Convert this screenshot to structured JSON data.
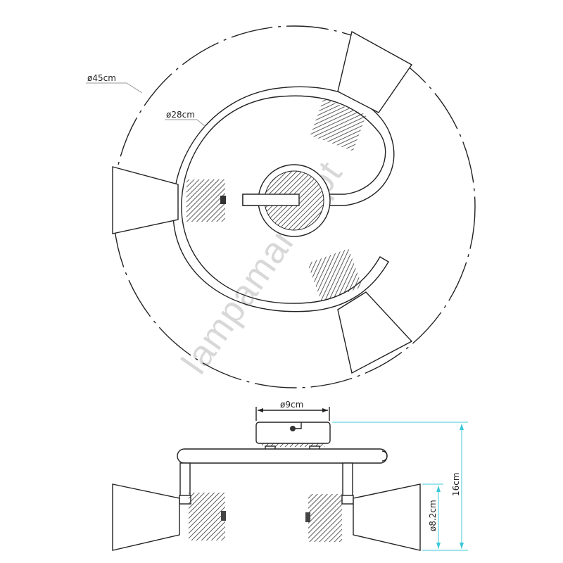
{
  "top_view": {
    "outer_diameter_label": "ø45cm",
    "arm_diameter_label": "ø28cm"
  },
  "side_view": {
    "base_diameter_label": "ø9cm",
    "height_label": "16cm",
    "shade_diameter_label": "ø8.2cm"
  },
  "watermark": "lampamania.pt",
  "colors": {
    "line": "#222222",
    "dimension": "#3cc8d8",
    "watermark": "#d8d8d8"
  }
}
